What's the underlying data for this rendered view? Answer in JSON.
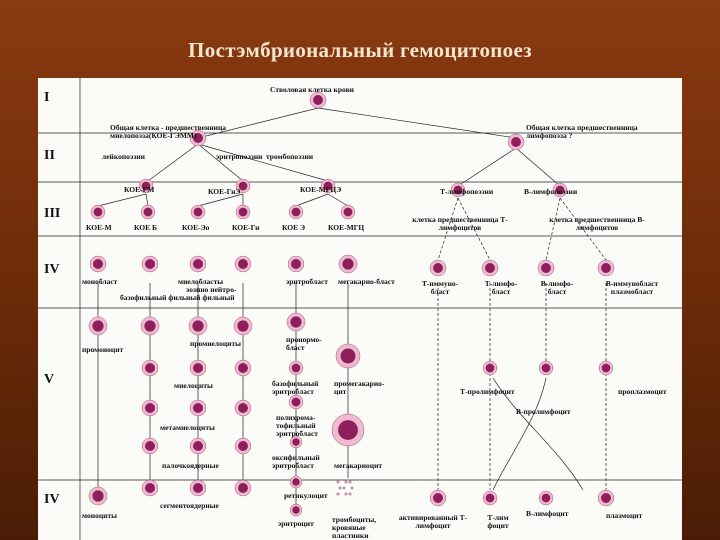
{
  "title": "Постэмбриональный гемоцитопоез",
  "stages": [
    "I",
    "II",
    "III",
    "IV",
    "V",
    "IV"
  ],
  "labels": {
    "stem_cell": "Стволовая клетка крови",
    "myelo_progenitor": "Общая клетка - предшественница миелопоэза(КОЕ-ГЭММ)",
    "lympho_progenitor": "Общая клетка предшественница лимфопоэза ?",
    "leukopoiesis": "лейкопоэзни",
    "erythropoiesis": "эритропоэзни",
    "thrombopoiesis": "тромбопоэзни",
    "t_lymphopoiesis": "Т-лимфопоэзни",
    "b_lymphopoiesis": "В-лимфопоэзни",
    "koe_gm": "КОЕ-ГМ",
    "koe_geo": "КОЕ-ГнЭ",
    "koe_mgce": "КОЕ-МГЦЭ",
    "koe_m": "КОЕ-М",
    "koe_b": "КОЕ Б",
    "koe_eo": "КОЕ-Эо",
    "koe_gn": "КОЕ-Гн",
    "koe_e": "КОЕ Э",
    "koe_mgc": "КОЕ-МГЦ",
    "t_precursor": "клетка предшественница Т-лимфоцитов",
    "b_precursor": "клетка предшественница В-лимфоцитов",
    "monoblast": "монобласт",
    "myeloblasts": "миелобласты",
    "eosin_neutro": "эозино нейтро-",
    "basophil_phil": "базофильный фильный фильный",
    "erythroblast": "эритробласт",
    "megakaryoblast": "мегакарио-бласт",
    "t_immunoblast": "Т-иммуно-бласт",
    "t_lymphoblast": "Т-лимфо-бласт",
    "b_lymphoblast": "В-лимфо-бласт",
    "b_immunoblast": "В-иммунобласт плазмобласт",
    "promonocyte": "промоноцит",
    "promyelocytes": "промиелоциты",
    "pronormoblast": "пронормо-бласт",
    "myelocytes": "миелоциты",
    "basophilic_erythroblast": "базофильный эритробласт",
    "promegakaryocyte": "промегакарио-цит",
    "t_prolymphocyte": "Т-пролимфоцит",
    "proplasmocyte": "проплазмоцит",
    "metamyelocytes": "метамиелоциты",
    "polychromatophilic": "полихрома-тофильный эритробласт",
    "b_prolymphocyte": "В-пролимфоцит",
    "band": "палочкоядерные",
    "oxyphilic": "оксифильный эритробласт",
    "megakaryocyte": "мегакариоцит",
    "reticulocyte": "ретикулоцит",
    "monocytes": "моноциты",
    "segmented": "сегментоядерные",
    "erythrocyte": "эритроцит",
    "platelets": "тромбоциты, кровяные пластинки",
    "activated_t": "активированный Т-лимфоцит",
    "t_memory": "Т-лим фоцит",
    "b_lymphocyte": "В-лимфоцит",
    "plasmocyte": "плазмоцит"
  },
  "colors": {
    "background_top": "#8a3a10",
    "background_bottom": "#4a1c06",
    "title": "#f3e6cf",
    "panel": "#fbfbf7",
    "nucleus": "#8e1f5c",
    "cytoplasm": "#efb9cf"
  }
}
